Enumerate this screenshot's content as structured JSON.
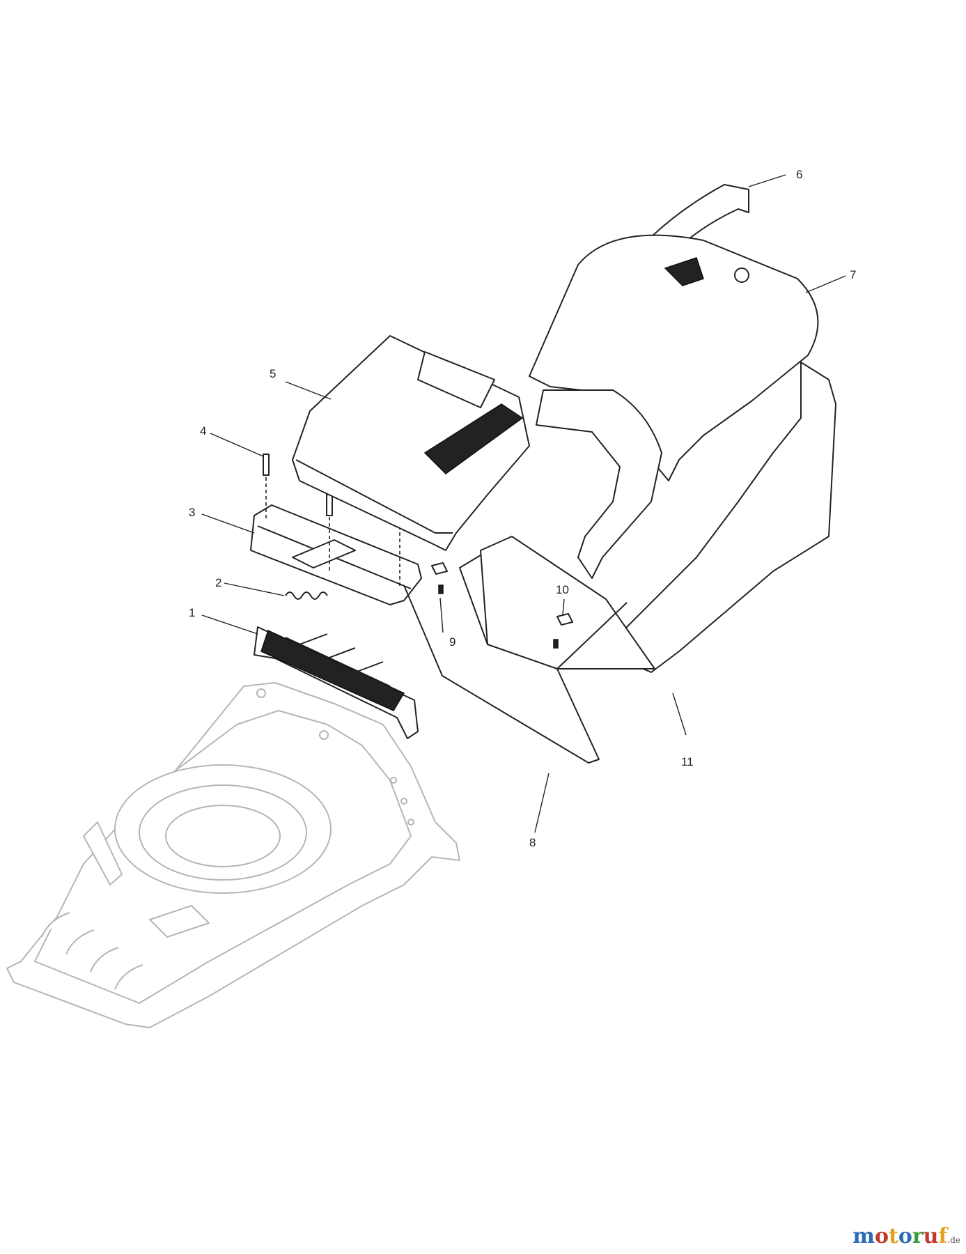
{
  "callouts": {
    "c1": "1",
    "c2": "2",
    "c3": "3",
    "c4": "4",
    "c5": "5",
    "c6": "6",
    "c7": "7",
    "c8": "8",
    "c9": "9",
    "c10": "10",
    "c11": "11"
  },
  "watermark": {
    "letters": [
      "m",
      "o",
      "t",
      "o",
      "r",
      "u",
      "f"
    ],
    "colors": [
      "#2a6db5",
      "#c0392b",
      "#e0a21b",
      "#2a6db5",
      "#3d9a3d",
      "#c0392b",
      "#e0a21b"
    ],
    "suffix": ".de"
  }
}
